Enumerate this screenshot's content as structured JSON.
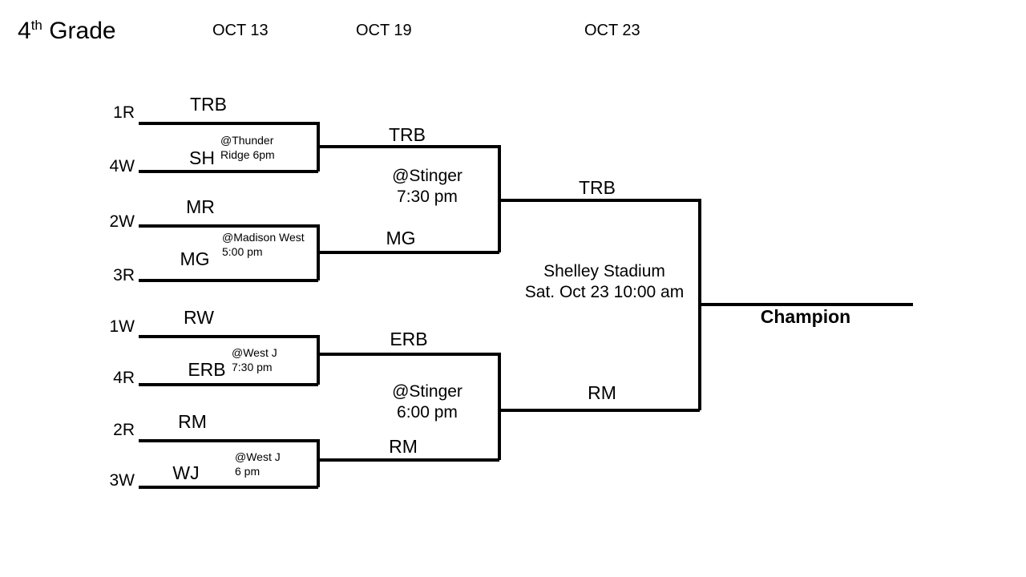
{
  "header": {
    "grade_number": "4",
    "grade_ordinal": "th",
    "grade_suffix": " Grade",
    "round_dates": [
      {
        "label": "OCT 13"
      },
      {
        "label": "OCT 19"
      },
      {
        "label": "OCT 23"
      }
    ]
  },
  "round1": {
    "games": [
      {
        "top_seed": "1R",
        "top_team": "TRB",
        "bottom_seed": "4W",
        "bottom_team": "SH",
        "venue_line1": "@Thunder",
        "venue_line2": "Ridge 6pm"
      },
      {
        "top_seed": "2W",
        "top_team": "MR",
        "bottom_seed": "3R",
        "bottom_team": "MG",
        "venue_line1": "@Madison West",
        "venue_line2": "5:00 pm"
      },
      {
        "top_seed": "1W",
        "top_team": "RW",
        "bottom_seed": "4R",
        "bottom_team": "ERB",
        "venue_line1": "@West J",
        "venue_line2": "7:30 pm"
      },
      {
        "top_seed": "2R",
        "top_team": "RM",
        "bottom_seed": "3W",
        "bottom_team": "WJ",
        "venue_line1": "@West J",
        "venue_line2": "6 pm"
      }
    ]
  },
  "round2": {
    "games": [
      {
        "top_team": "TRB",
        "bottom_team": "MG",
        "venue_line1": "@Stinger",
        "venue_line2": "7:30 pm"
      },
      {
        "top_team": "ERB",
        "bottom_team": "RM",
        "venue_line1": "@Stinger",
        "venue_line2": "6:00 pm"
      }
    ]
  },
  "final": {
    "top_team": "TRB",
    "bottom_team": "RM",
    "venue_line1": "Shelley Stadium",
    "venue_line2": "Sat. Oct 23 10:00 am"
  },
  "champion": {
    "label": "Champion"
  }
}
